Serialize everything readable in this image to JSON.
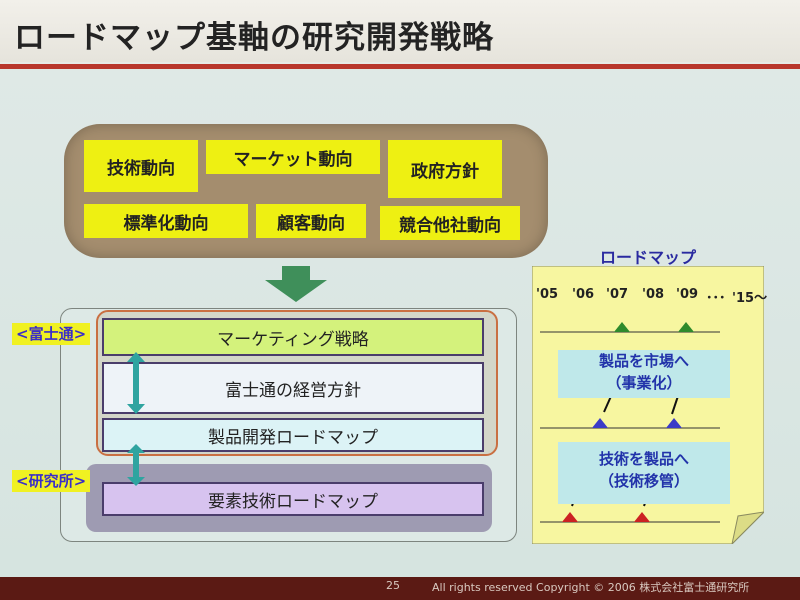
{
  "slide": {
    "title": "ロードマップ基軸の研究開発戦略",
    "page_number": "25",
    "copyright": "All rights reserved Copyright © 2006 株式会社富士通研究所"
  },
  "trends": {
    "items": [
      "技術動向",
      "マーケット動向",
      "政府方針",
      "標準化動向",
      "顧客動向",
      "競合他社動向"
    ]
  },
  "groups": {
    "fujitsu_label": "<富士通>",
    "research_label": "<研究所>",
    "bars": [
      "マーケティング戦略",
      "富士通の経営方針",
      "製品開発ロードマップ",
      "要素技術ロードマップ"
    ]
  },
  "roadmap": {
    "title": "ロードマップ",
    "years": [
      "'05",
      "'06",
      "'07",
      "'08",
      "'09",
      "･･･",
      "'15〜"
    ],
    "box_upper": [
      "製品を市場へ",
      "（事業化）"
    ],
    "box_lower": [
      "技術を製品へ",
      "（技術移管）"
    ]
  },
  "colors": {
    "title_rule": "#b8372c",
    "label_yellow": "#eef012",
    "label_text_blue": "#3a2ec8",
    "marker_green": "#2f8a2c",
    "marker_blue": "#3b3bc8",
    "marker_red": "#cc2222"
  }
}
